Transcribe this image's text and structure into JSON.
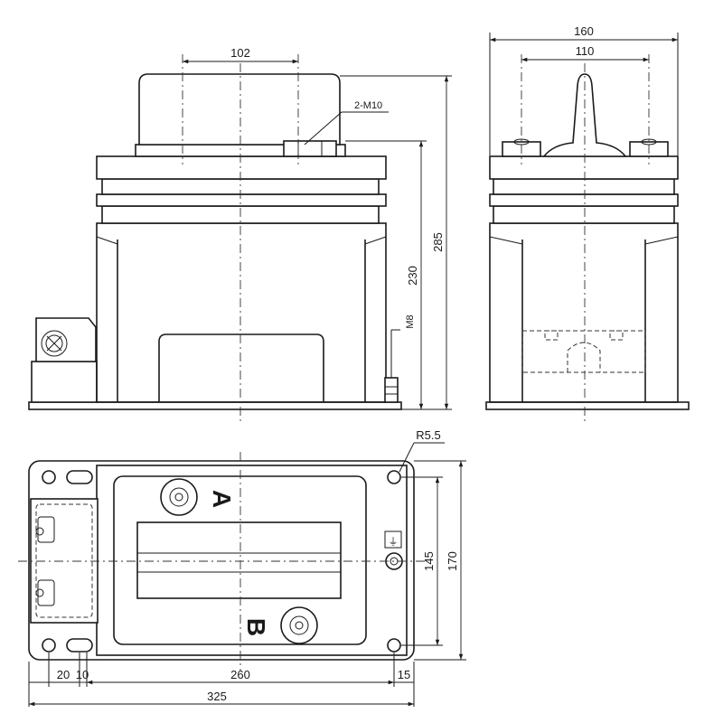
{
  "front_view": {
    "dim_top": "102",
    "callout_bolts": "2-M10",
    "dim_inner_height": "230",
    "dim_total_height": "285",
    "callout_ground": "M8"
  },
  "side_view": {
    "dim_width": "160",
    "dim_spacing": "110"
  },
  "top_view": {
    "callout_radius": "R5.5",
    "terminal_a": "A",
    "terminal_b": "B",
    "ground_symbol": "⏚",
    "dim_20": "20",
    "dim_10": "10",
    "dim_260": "260",
    "dim_15": "15",
    "dim_325": "325",
    "dim_145": "145",
    "dim_170": "170"
  }
}
